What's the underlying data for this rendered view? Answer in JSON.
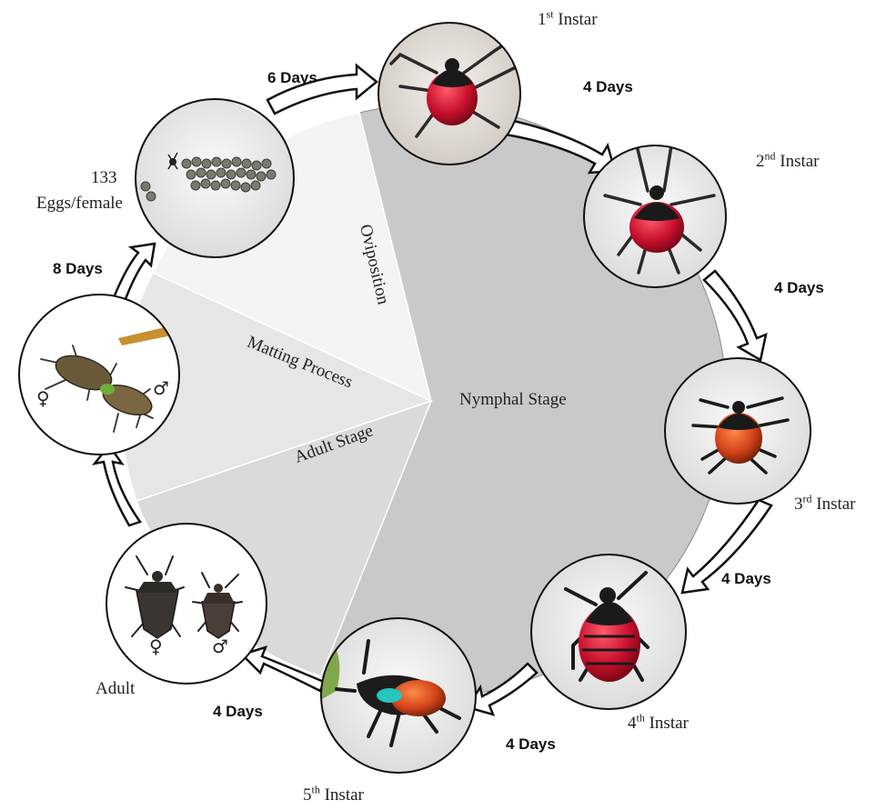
{
  "center_label": "Nymphal Stage",
  "sector_labels": {
    "oviposition": "Oviposition",
    "mating": "Matting Process",
    "adult": "Adult Stage"
  },
  "stages": {
    "instar1": {
      "num": "1",
      "sup": "st",
      "text": "Instar"
    },
    "instar2": {
      "num": "2",
      "sup": "nd",
      "text": "Instar"
    },
    "instar3": {
      "num": "3",
      "sup": "rd",
      "text": "Instar"
    },
    "instar4": {
      "num": "4",
      "sup": "th",
      "text": "Instar"
    },
    "instar5": {
      "num": "5",
      "sup": "th",
      "text": "Instar"
    },
    "adult": "Adult",
    "eggs_count": "133",
    "eggs_unit": "Eggs/female"
  },
  "durations": {
    "eggs_to_1st": "6 Days",
    "first_to_2nd": "4 Days",
    "second_to_3rd": "4 Days",
    "third_to_4th": "4 Days",
    "fourth_to_5th": "4 Days",
    "fifth_to_adult": "4 Days",
    "mating_to_eggs": "8 Days"
  },
  "sex_symbols": {
    "female": "♀",
    "male": "♂"
  },
  "colors": {
    "nymphal_sector": "#c9c9c9",
    "oviposition_sector": "#f4f4f4",
    "mating_sector": "#e6e6e6",
    "adult_sector": "#dadada",
    "arrow_fill": "#ffffff",
    "arrow_stroke": "#111111"
  }
}
